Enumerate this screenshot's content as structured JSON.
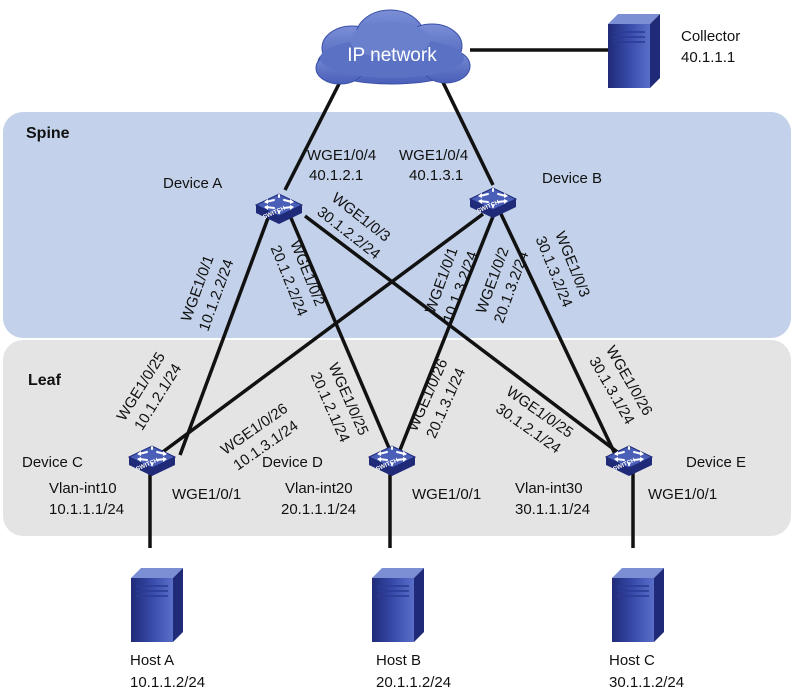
{
  "colors": {
    "spine_zone": "#c3d2ea",
    "leaf_zone": "#e5e4e4",
    "device_blue": "#4a5fb8",
    "device_dark": "#1f2a78",
    "cloud": "#5b72c4",
    "link": "#111111"
  },
  "zones": {
    "spine": "Spine",
    "leaf": "Leaf"
  },
  "cloud": {
    "label": "IP network"
  },
  "collector": {
    "name": "Collector",
    "ip": "40.1.1.1"
  },
  "devices": {
    "a": {
      "name": "Device A",
      "uplink_port": "WGE1/0/4",
      "uplink_ip": "40.1.2.1"
    },
    "b": {
      "name": "Device B",
      "uplink_port": "WGE1/0/4",
      "uplink_ip": "40.1.3.1"
    },
    "c": {
      "name": "Device C",
      "vlan_if": "Vlan-int10",
      "vlan_ip": "10.1.1.1/24",
      "host_port": "WGE1/0/1"
    },
    "d": {
      "name": "Device D",
      "vlan_if": "Vlan-int20",
      "vlan_ip": "20.1.1.1/24",
      "host_port": "WGE1/0/1"
    },
    "e": {
      "name": "Device E",
      "vlan_if": "Vlan-int30",
      "vlan_ip": "30.1.1.1/24",
      "host_port": "WGE1/0/1"
    }
  },
  "switch_badge": "SWITCH",
  "hosts": {
    "a": {
      "name": "Host A",
      "ip": "10.1.1.2/24"
    },
    "b": {
      "name": "Host B",
      "ip": "20.1.1.2/24"
    },
    "c": {
      "name": "Host C",
      "ip": "30.1.1.2/24"
    }
  },
  "links": {
    "a_c": {
      "spine_port": "WGE1/0/1",
      "spine_ip": "10.1.2.2/24",
      "leaf_port": "WGE1/0/25",
      "leaf_ip": "10.1.2.1/24"
    },
    "a_d": {
      "spine_port": "WGE1/0/2",
      "spine_ip": "20.1.2.2/24",
      "leaf_port": "WGE1/0/25",
      "leaf_ip": "20.1.2.1/24"
    },
    "a_e": {
      "spine_port": "WGE1/0/3",
      "spine_ip": "30.1.2.2/24",
      "leaf_port": "WGE1/0/25",
      "leaf_ip": "30.1.2.1/24"
    },
    "b_c": {
      "spine_port": "WGE1/0/1",
      "spine_ip": "10.1.3.2/24",
      "leaf_port": "WGE1/0/26",
      "leaf_ip": "10.1.3.1/24"
    },
    "b_d": {
      "spine_port": "WGE1/0/2",
      "spine_ip": "20.1.3.2/24",
      "leaf_port": "WGE1/0/26",
      "leaf_ip": "20.1.3.1/24"
    },
    "b_e": {
      "spine_port": "WGE1/0/3",
      "spine_ip": "30.1.3.2/24",
      "leaf_port": "WGE1/0/26",
      "leaf_ip": "30.1.3.1/24"
    }
  }
}
